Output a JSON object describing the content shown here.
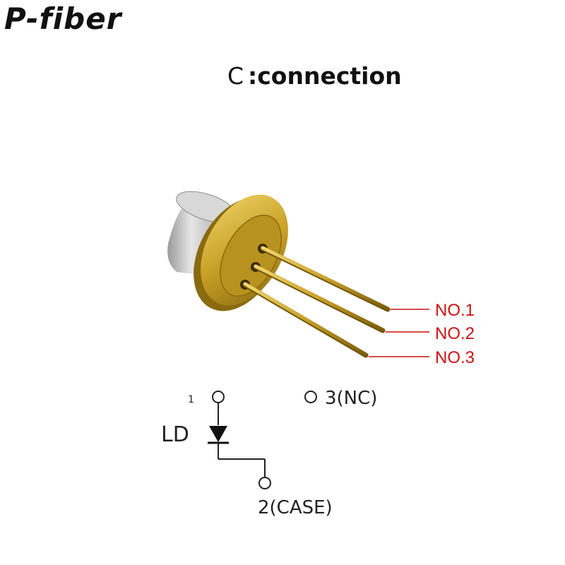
{
  "brand": {
    "logo_text": "P-fiber"
  },
  "heading": {
    "symbol": "C",
    "text": ":connection"
  },
  "pins": [
    {
      "label": "NO.1"
    },
    {
      "label": "NO.2"
    },
    {
      "label": "NO.3"
    }
  ],
  "schematic": {
    "pin1_num": "1",
    "ld_label": "LD",
    "pin3_label": "3(NC)",
    "pin2_label": "2(CASE)"
  },
  "colors": {
    "label_red": "#cc1111",
    "gold": "#c9a227",
    "gold_dark": "#8a6a10",
    "silver": "#b9b9b9"
  }
}
